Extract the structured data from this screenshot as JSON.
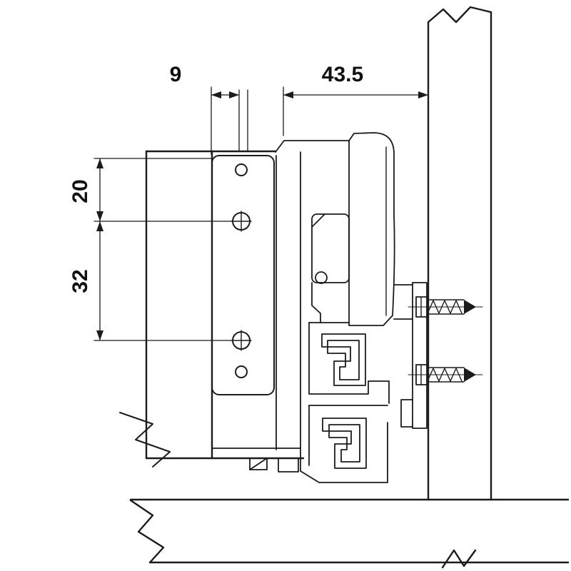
{
  "dimensions": {
    "front_offset": "9",
    "runner_to_side": "43.5",
    "upper_hole_spacing": "20",
    "lower_hole_spacing": "32"
  },
  "style": {
    "line_color": "#1b1b1b",
    "background": "#ffffff"
  }
}
